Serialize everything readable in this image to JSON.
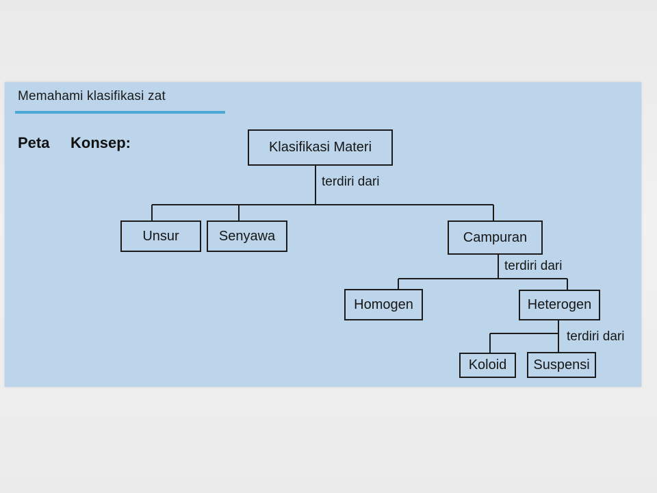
{
  "header": {
    "title": "Memahami klasifikasi zat"
  },
  "concept_map": {
    "label_word1": "Peta",
    "label_word2": "Konsep:",
    "nodes": {
      "root": "Klasifikasi Materi",
      "unsur": "Unsur",
      "senyawa": "Senyawa",
      "campuran": "Campuran",
      "homogen": "Homogen",
      "heterogen": "Heterogen",
      "koloid": "Koloid",
      "suspensi": "Suspensi"
    },
    "edge_labels": {
      "root_children": "terdiri dari",
      "campuran_children": "terdiri dari",
      "heterogen_children": "terdiri dari"
    }
  },
  "colors": {
    "panel": "#bcd5ea",
    "underline": "#4aa7d6",
    "stroke": "#1b1b1b"
  }
}
